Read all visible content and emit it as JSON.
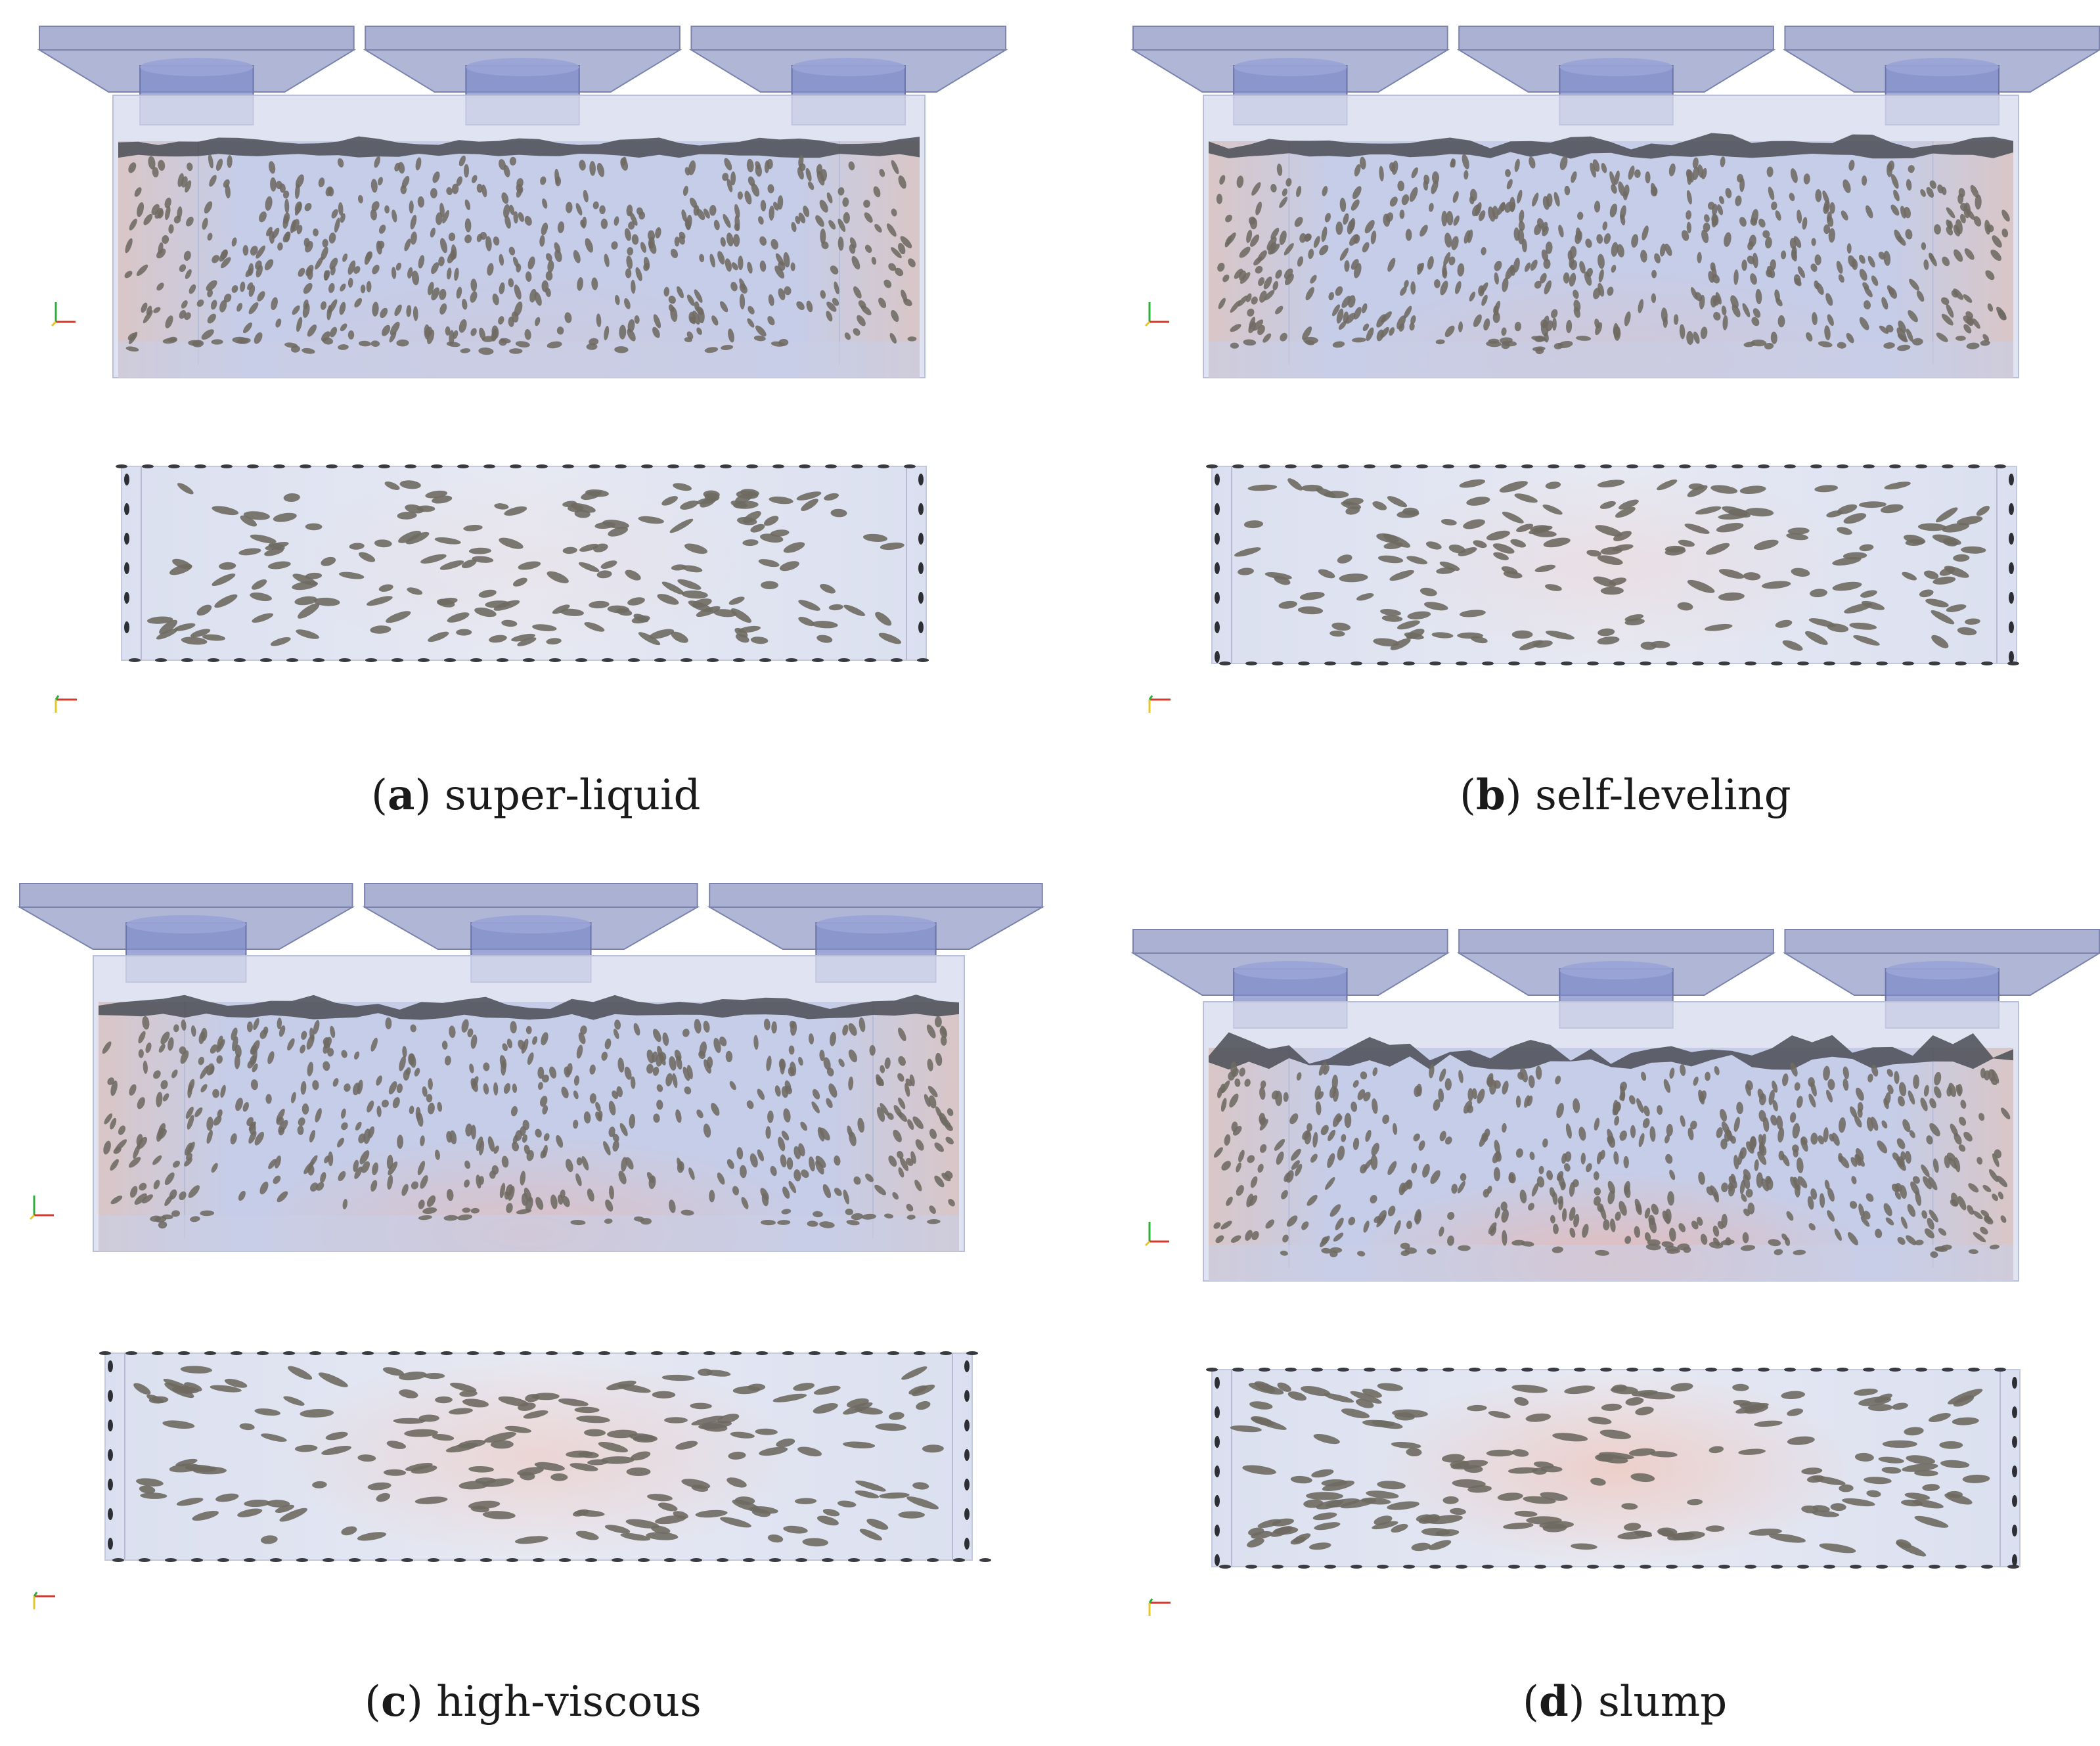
{
  "figure": {
    "panels": [
      {
        "id": "a",
        "letter": "a",
        "label": "super-liquid",
        "surface": "flat",
        "heat": 0.15
      },
      {
        "id": "b",
        "letter": "b",
        "label": "self-leveling",
        "surface": "mild",
        "heat": 0.3
      },
      {
        "id": "c",
        "letter": "c",
        "label": "high-viscous",
        "surface": "mild",
        "heat": 0.6
      },
      {
        "id": "d",
        "letter": "d",
        "label": "slump",
        "surface": "rough",
        "heat": 0.8
      }
    ]
  },
  "colors": {
    "hopper_fill": "#8d97c4",
    "tank_fill": "#c7cde6",
    "fibre_fill": "#6e6a62",
    "surface_fill": "#4a4c55",
    "warm_tint": "#f0b4a4",
    "background": "#ffffff"
  }
}
